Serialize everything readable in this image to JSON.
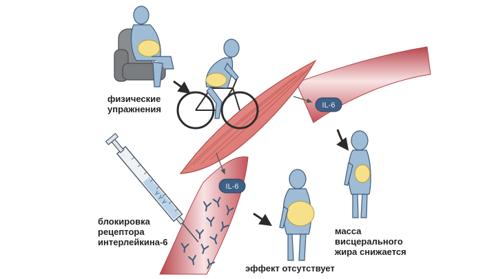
{
  "labels": {
    "exercise": [
      "физические",
      "упражнения"
    ],
    "blockade": [
      "блокировка",
      "рецептора",
      "интерлейкина-6"
    ],
    "visceral": [
      "масса",
      "висцерального",
      "жира снижается"
    ],
    "no_effect": "эффект отсутствует"
  },
  "badges": {
    "upper": "IL-6",
    "lower": "IL-6"
  },
  "colors": {
    "figure_body": "#9fbcd6",
    "figure_outline": "#3d5a78",
    "belly_fat": "#f6e08a",
    "vessel_dark": "#c4545a",
    "vessel_light": "#f7dcde",
    "muscle": "#e07e78",
    "badge": "#3f5f86",
    "chair": "#8a8d90"
  },
  "icons": [
    "armchair-icon",
    "bicycle-icon",
    "syringe-icon",
    "antibody-icon",
    "muscle-icon"
  ]
}
